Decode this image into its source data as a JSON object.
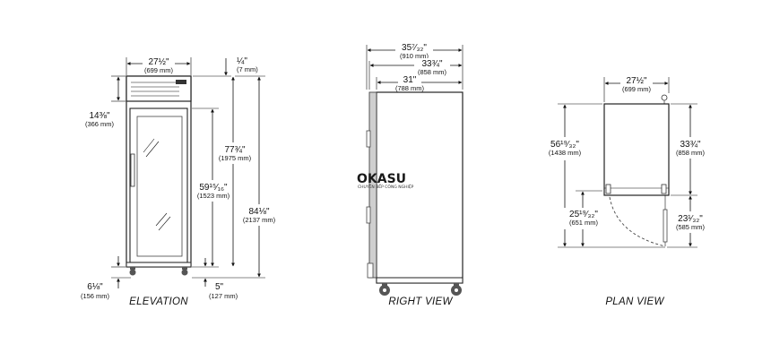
{
  "elevation": {
    "label": "ELEVATION",
    "width": {
      "in": "27½\"",
      "mm": "(699 mm)"
    },
    "top_gap": {
      "in": "¼\"",
      "mm": "(7 mm)"
    },
    "panel_height": {
      "in": "14⅜\"",
      "mm": "(366 mm)"
    },
    "cabinet_height": {
      "in": "77¾\"",
      "mm": "(1975 mm)"
    },
    "door_height": {
      "in": "59¹⁵⁄₁₆\"",
      "mm": "(1523 mm)"
    },
    "overall_height": {
      "in": "84⅛\"",
      "mm": "(2137 mm)"
    },
    "base_height": {
      "in": "6⅛\"",
      "mm": "(156 mm)"
    },
    "caster_height": {
      "in": "5\"",
      "mm": "(127 mm)"
    }
  },
  "right_view": {
    "label": "RIGHT VIEW",
    "overall_depth": {
      "in": "35⁷⁄₃₂\"",
      "mm": "(910 mm)"
    },
    "depth_body": {
      "in": "33¾\"",
      "mm": "(858 mm)"
    },
    "depth_inner": {
      "in": "31\"",
      "mm": "(788 mm)"
    }
  },
  "plan_view": {
    "label": "PLAN VIEW",
    "width": {
      "in": "27½\"",
      "mm": "(699 mm)"
    },
    "overall_depth": {
      "in": "56¹⁹⁄₃₂\"",
      "mm": "(1438 mm)"
    },
    "body_depth": {
      "in": "33¾\"",
      "mm": "(858 mm)"
    },
    "door_swing_left": {
      "in": "25¹⁹⁄₃₂\"",
      "mm": "(651 mm)"
    },
    "door_swing_right": {
      "in": "23¹⁄₃₂\"",
      "mm": "(585 mm)"
    }
  },
  "watermark": {
    "brand": "OKASU",
    "tagline": "CHUYÊN BẾP CÔNG NGHIỆP"
  }
}
